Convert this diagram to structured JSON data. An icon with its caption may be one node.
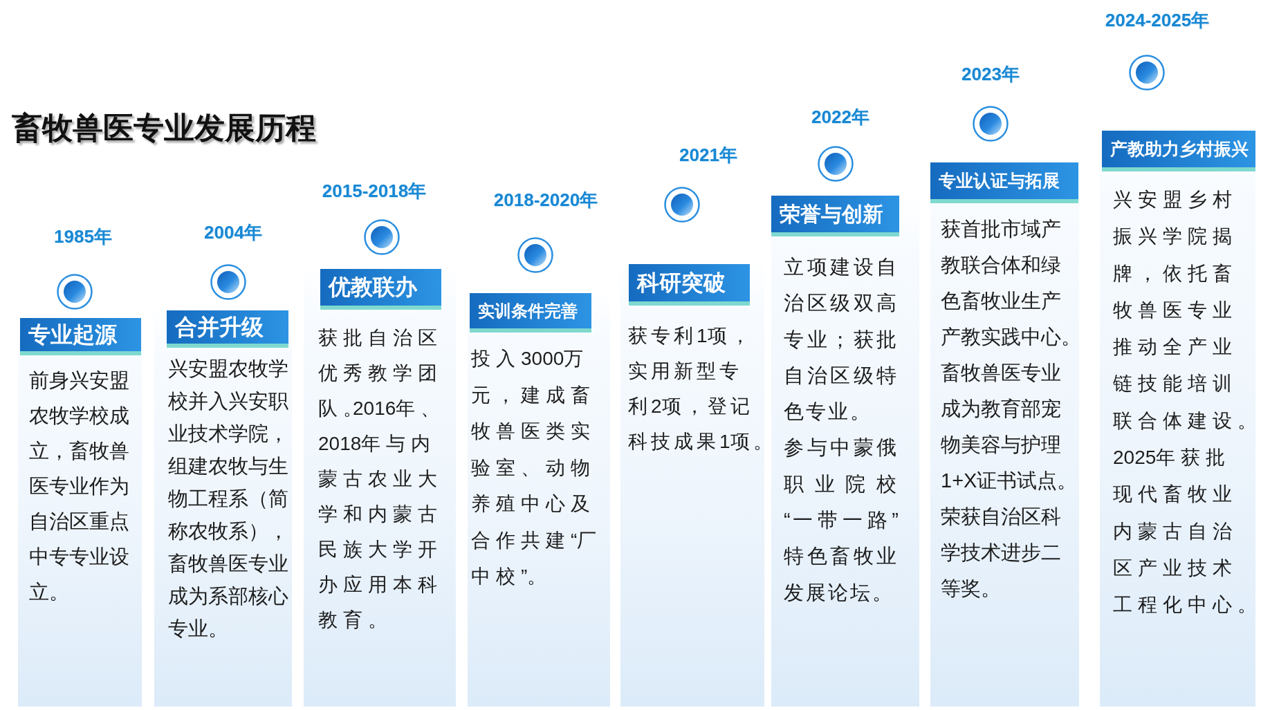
{
  "diagram": {
    "title": "畜牧兽医专业发展历程",
    "nodes": [
      {
        "text": [
          "专业起源",
          "前身兴安盟农牧学校成立，畜牧兽医专业作为自治区重点中专专业设立。"
        ]
      },
      {
        "text": [
          "合并升级",
          "兴安盟农牧学校并入兴安职业技术学院，组建农牧与生物工程系（简称农牧系），畜牧兽医专业成为系部核心专业。"
        ]
      },
      {
        "text": [
          "优教联办",
          "获批自治区优秀教学团队。2016年、2018年与内蒙古农业大学和内蒙古民族大学开办应用本科教育。"
        ]
      },
      {
        "text": [
          "实训条件完善",
          "投入3000万元，建成畜牧兽医类实验室、动物养殖中心及合作共建“厂中校”。"
        ]
      },
      {
        "text": [
          "科研突破",
          "获专利1项，实用新型专利2项，登记科技成果1项。"
        ]
      },
      {
        "text": [
          "荣誉与创新",
          "立项建设自治区级双高专业；获批自治区级特色专业。",
          "参与中蒙俄职业院校“一带一路”特色畜牧业发展论坛。"
        ]
      },
      {
        "text": [
          "专业认证与拓展",
          "获首批市域产教联合体和绿色畜牧业生产产教实践中心。",
          "畜牧兽医专业成为教育部宠物美容与护理1+X证书试点。",
          "荣获自治区科学技术进步二等奖。"
        ]
      },
      {
        "text": [
          "产教助力乡村振兴",
          "兴安盟乡村振兴学院揭牌，依托畜牧兽医专业推动全产业链技能培训联合体建设。",
          "2025年获批现代畜牧业内蒙古自治区产业技术工程化中心。"
        ]
      }
    ],
    "labels": [
      "1985年",
      "2004年",
      "2015-2018年",
      "2018-2020年",
      "2021年",
      "2022年",
      "2023年",
      "2024-2025年"
    ]
  }
}
